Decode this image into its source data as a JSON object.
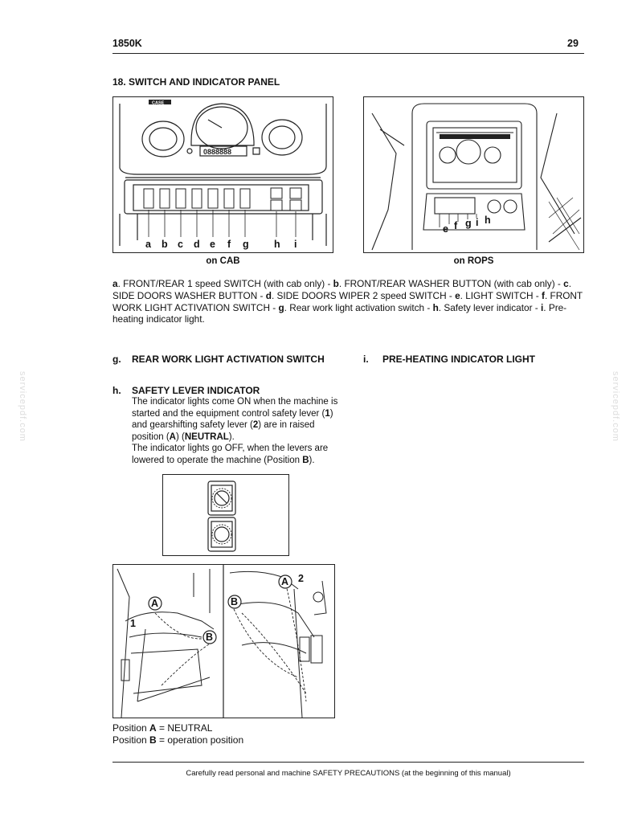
{
  "header": {
    "model": "1850K",
    "page": "29"
  },
  "section": {
    "title": "18. SWITCH AND INDICATOR PANEL"
  },
  "figure_top": {
    "left_caption": "on CAB",
    "right_caption": "on ROPS",
    "left_labels": [
      "a",
      "b",
      "c",
      "d",
      "e",
      "f",
      "g",
      "h",
      "i"
    ],
    "right_labels": [
      "e",
      "f",
      "g",
      "i",
      "h"
    ],
    "logo_text": "CASE",
    "counter_text": "0888888"
  },
  "legend_text": [
    {
      "k": "a",
      "t": ". FRONT/REAR 1 speed SWITCH (with cab only) - "
    },
    {
      "k": "b",
      "t": ". FRONT/REAR WASHER BUTTON (with cab only) - "
    },
    {
      "k": "c",
      "t": ". SIDE DOORS WASHER BUTTON - "
    },
    {
      "k": "d",
      "t": ". SIDE DOORS WIPER 2 speed SWITCH - "
    },
    {
      "k": "e",
      "t": ". LIGHT SWITCH - "
    },
    {
      "k": "f",
      "t": ". FRONT WORK LIGHT ACTIVATION SWITCH - "
    },
    {
      "k": "g",
      "t": ". Rear work light activation switch - "
    },
    {
      "k": "h",
      "t": ". Safety lever indicator  - "
    },
    {
      "k": "i",
      "t": ". Pre-heating indicator light."
    }
  ],
  "item_g": {
    "key": "g.",
    "title": "REAR WORK LIGHT ACTIVATION SWITCH"
  },
  "item_i": {
    "key": "i.",
    "title": "PRE-HEATING INDICATOR LIGHT"
  },
  "item_h": {
    "key": "h.",
    "title": "SAFETY LEVER INDICATOR",
    "p1_a": "The indicator lights come ON when the machine is started and the equipment control safety lever (",
    "p1_n1": "1",
    "p1_b": ") and gearshifting safety lever (",
    "p1_n2": "2",
    "p1_c": ") are in raised position (",
    "p1_A": "A",
    "p1_d": ") (",
    "p1_neutral": "NEUTRAL",
    "p1_e": ").",
    "p2_a": "The indicator lights go OFF, when the levers are lowered to operate the machine (Position ",
    "p2_B": "B",
    "p2_b": ")."
  },
  "figure_bottom": {
    "callouts": [
      "A",
      "B",
      "1",
      "B",
      "A",
      "2"
    ]
  },
  "positions": {
    "a_pre": "Position ",
    "a_key": "A",
    "a_post": " = NEUTRAL",
    "b_pre": "Position ",
    "b_key": "B",
    "b_post": " = operation position"
  },
  "footer": {
    "text": "Carefully read personal and machine SAFETY PRECAUTIONS (at the beginning of this manual)"
  },
  "watermark": {
    "text": "servicepdf.com"
  }
}
